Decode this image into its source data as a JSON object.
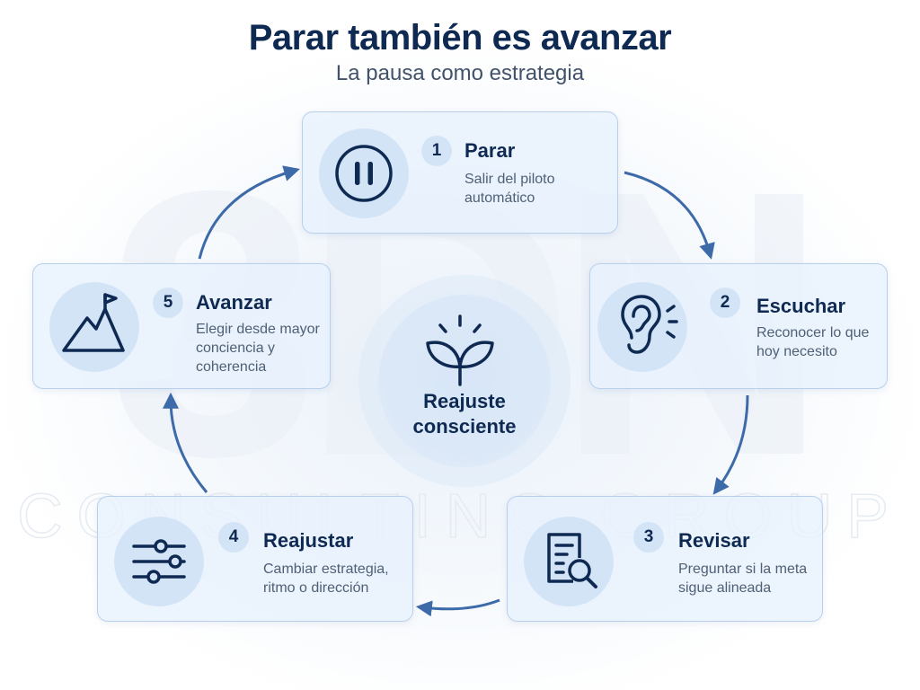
{
  "header": {
    "title": "Parar también es avanzar",
    "subtitle": "La pausa como estrategia"
  },
  "watermark": {
    "mark": "3DN",
    "text": "CONSULTING GROUP"
  },
  "center": {
    "line1": "Reajuste",
    "line2": "consciente",
    "icon": "sprout-icon"
  },
  "steps": [
    {
      "number": "1",
      "title": "Parar",
      "description": "Salir del piloto automático",
      "icon": "pause-icon"
    },
    {
      "number": "2",
      "title": "Escuchar",
      "description": "Reconocer lo que hoy necesito",
      "icon": "ear-icon"
    },
    {
      "number": "3",
      "title": "Revisar",
      "description": "Preguntar si la meta sigue alineada",
      "icon": "document-search-icon"
    },
    {
      "number": "4",
      "title": "Reajustar",
      "description": "Cambiar estrategia, ritmo o dirección",
      "icon": "sliders-icon"
    },
    {
      "number": "5",
      "title": "Avanzar",
      "description": "Elegir desde mayor conciencia y coherencia",
      "icon": "mountain-flag-icon"
    }
  ],
  "colors": {
    "primary": "#0f2a52",
    "accent": "#3d6aa8",
    "card": "#e8f1fc",
    "card_border": "#b8d0ec",
    "icon_bg": "#d4e4f7"
  }
}
